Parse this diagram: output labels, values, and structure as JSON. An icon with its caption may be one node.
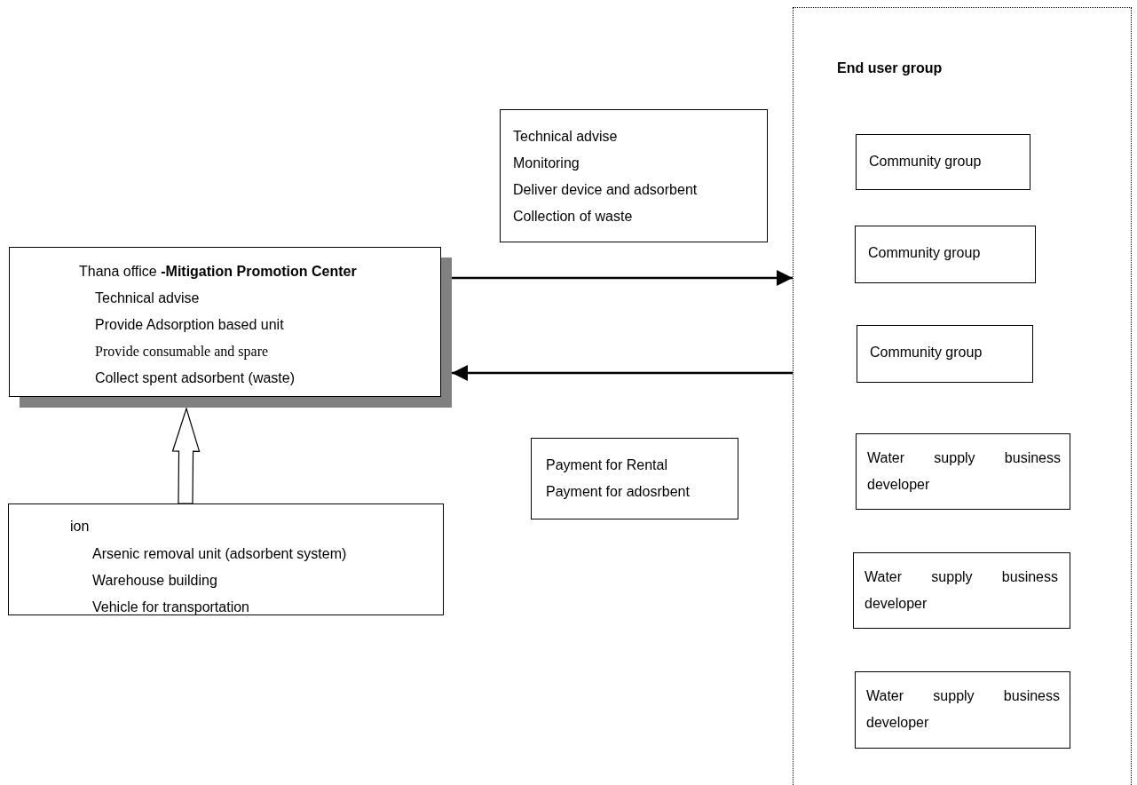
{
  "diagram": {
    "nodes": [
      {
        "text": [
          "Thana office **-Mitigation Promotion Center**",
          "Technical advise",
          "Provide Adsorption based unit",
          "Provide consumable and spare",
          "Collect spent adsorbent (waste)"
        ]
      },
      {
        "text": [
          "ion",
          "Arsenic removal unit (adsorbent system)",
          "Warehouse building",
          "Vehicle for transportation"
        ]
      },
      {
        "text": [
          "Technical advise",
          "Monitoring",
          "Deliver device and adsorbent",
          "Collection of waste"
        ]
      },
      {
        "text": [
          "Payment for Rental",
          "Payment for adosrbent"
        ]
      },
      {
        "text": [
          "End user group"
        ]
      },
      {
        "text": [
          "Community group"
        ],
        "in": 4
      },
      {
        "text": [
          "Community group"
        ],
        "in": 4
      },
      {
        "text": [
          "Community group"
        ],
        "in": 4
      },
      {
        "text": [
          "Water supply business developer"
        ],
        "in": 4
      },
      {
        "text": [
          "Water supply business developer"
        ],
        "in": 4
      },
      {
        "text": [
          "Water supply business developer"
        ],
        "in": 4
      }
    ],
    "edges": [
      {
        "from": 0,
        "to": 4,
        "arrow": "to"
      },
      {
        "from": 4,
        "to": 0,
        "arrow": "to"
      },
      {
        "from": 1,
        "to": 0,
        "arrow": "to",
        "style": "thick"
      }
    ]
  }
}
